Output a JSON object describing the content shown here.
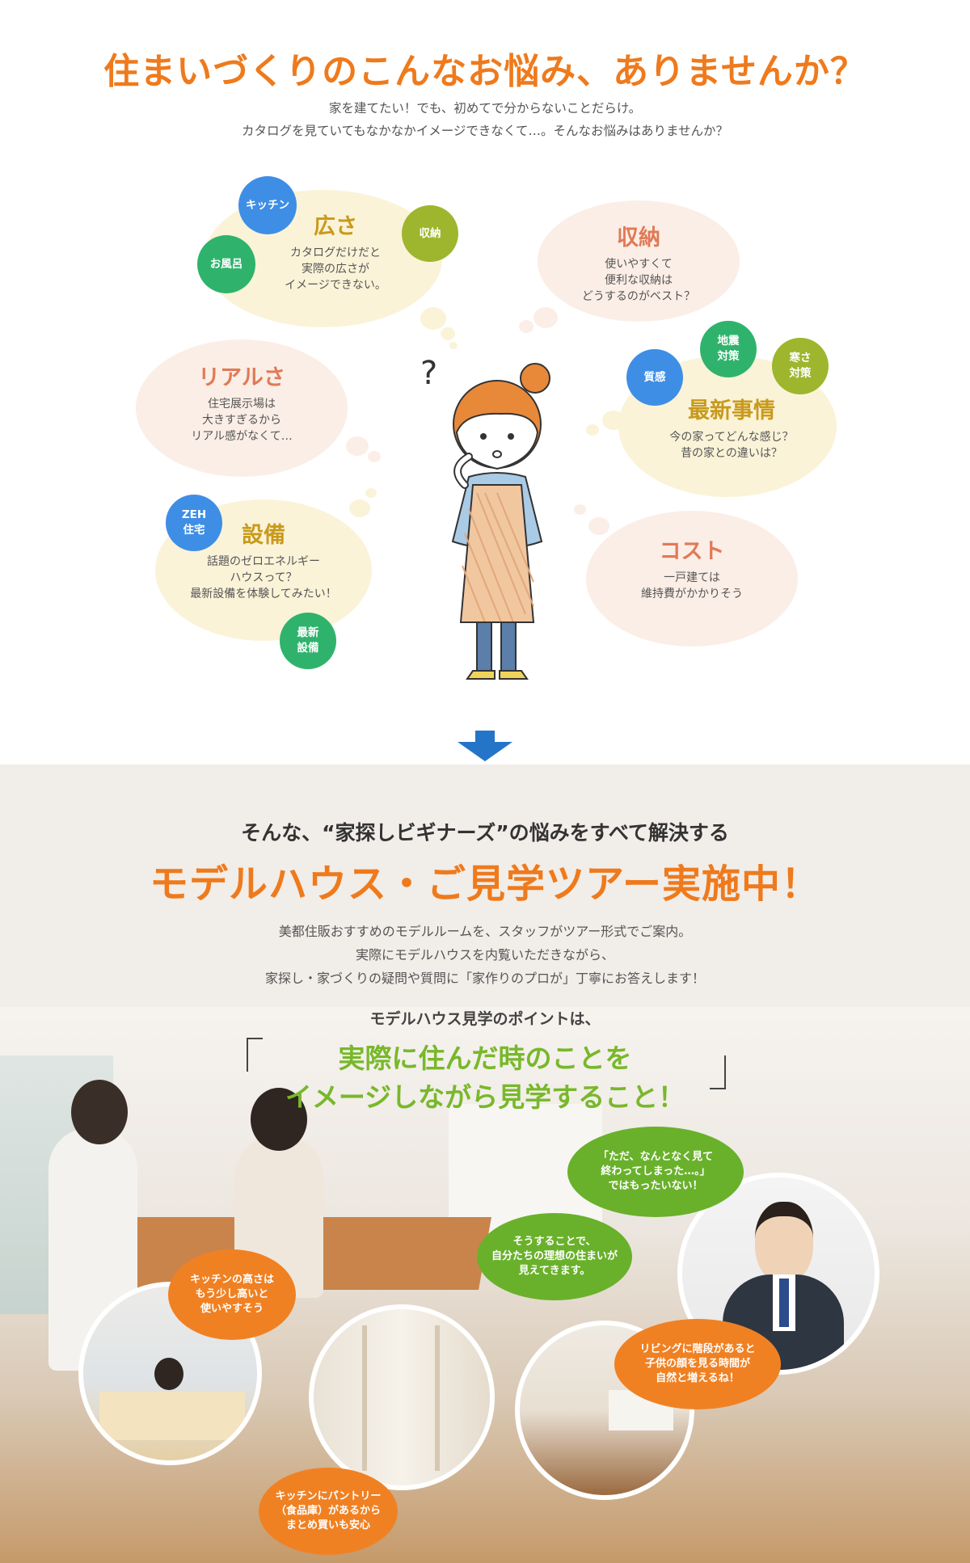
{
  "hero": {
    "title": "住まいづくりのこんなお悩み、ありませんか？",
    "lead1": "家を建てたい！でも、初めてで分からないことだらけ。",
    "lead2": "カタログを見ていてもなかなかイメージできなくて…。そんなお悩みはありませんか？"
  },
  "worries": [
    {
      "title": "広さ",
      "lines": [
        "カタログだけだと",
        "実際の広さが",
        "イメージできない。"
      ],
      "tags": [
        "キッチン",
        "お風呂",
        "収納"
      ]
    },
    {
      "title": "収納",
      "lines": [
        "使いやすくて",
        "便利な収納は",
        "どうするのがベスト？"
      ]
    },
    {
      "title": "リアルさ",
      "lines": [
        "住宅展示場は",
        "大きすぎるから",
        "リアル感がなくて…"
      ]
    },
    {
      "title": "最新事情",
      "lines": [
        "今の家ってどんな感じ？",
        "昔の家との違いは？"
      ],
      "tags": [
        "質感",
        "地震\n対策",
        "寒さ\n対策"
      ]
    },
    {
      "title": "設備",
      "lines": [
        "話題のゼロエネルギー",
        "ハウスって？",
        "最新設備を体験してみたい！"
      ],
      "tags": [
        "ZEH\n住宅",
        "最新\n設備"
      ]
    },
    {
      "title": "コスト",
      "lines": [
        "一戸建ては",
        "維持費がかかりそう"
      ]
    }
  ],
  "colors": {
    "accent": "#ef7a1c",
    "worry_title_yellow": "#c99a1b",
    "worry_title_pink": "#e07a56",
    "arrow": "#2474c8",
    "green_text": "#78b82a"
  },
  "tour": {
    "subtitle": "そんな、“家探しビギナーズ”の悩みをすべて解決する",
    "title": "モデルハウス・ご見学ツアー実施中！",
    "desc1": "美都住販おすすめのモデルルームを、スタッフがツアー形式でご案内。",
    "desc2": "実際にモデルハウスを内覧いただきながら、",
    "desc3": "家探し・家づくりの疑問や質問に「家作りのプロが」丁寧にお答えします！",
    "point_lead": "モデルハウス見学のポイントは、",
    "point1": "実際に住んだ時のことを",
    "point2": "イメージしながら見学すること！"
  },
  "bubbles": {
    "kitchen_height": "キッチンの高さは\nもう少し高いと\n使いやすそう",
    "pantry": "キッチンにパントリー\n（食品庫）があるから\nまとめ買いも安心",
    "living": "リビングに階段があると\n子供の顔を見る時間が\n自然と増えるね！",
    "ideal": "そうすることで、\n自分たちの理想の住まいが\n見えてきます。",
    "staff": "「ただ、なんとなく見て\n終わってしまった…。」\nではもったいない！"
  }
}
